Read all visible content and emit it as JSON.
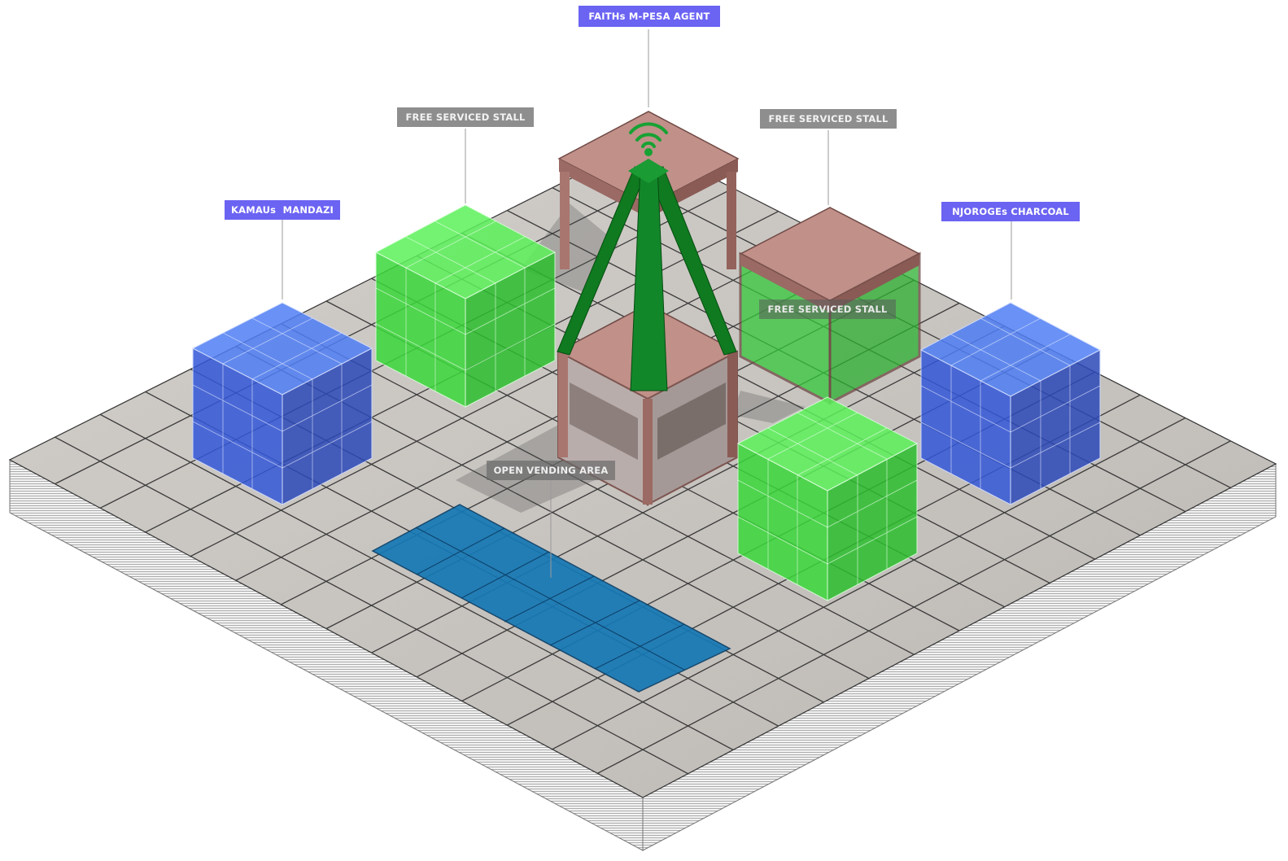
{
  "colors": {
    "tile": "#c9c6c2",
    "tile_line": "#3a3a3a",
    "slab_side": "#e4e4e4",
    "blue_cube": "#3a67e8",
    "green_cube": "#38d93a",
    "kiosk_wood": "#b9857f",
    "kiosk_dark": "#7d5550",
    "tower": "#0f7a1f",
    "pool": "#1678b5",
    "tag_blue": "#6b63f2",
    "tag_grey": "#8e8e8e"
  },
  "labels": {
    "faith_agent": "FAITHs M-PESA AGENT",
    "free_stall_left": "FREE SERVICED STALL",
    "free_stall_right": "FREE SERVICED STALL",
    "free_stall_inner": "FREE SERVICED STALL",
    "kamau": "KAMAUs  MANDAZI",
    "njoroge": "NJOROGEs CHARCOAL",
    "open_vending": "OPEN VENDING AREA"
  },
  "icons": {
    "wifi": "wifi-icon"
  }
}
